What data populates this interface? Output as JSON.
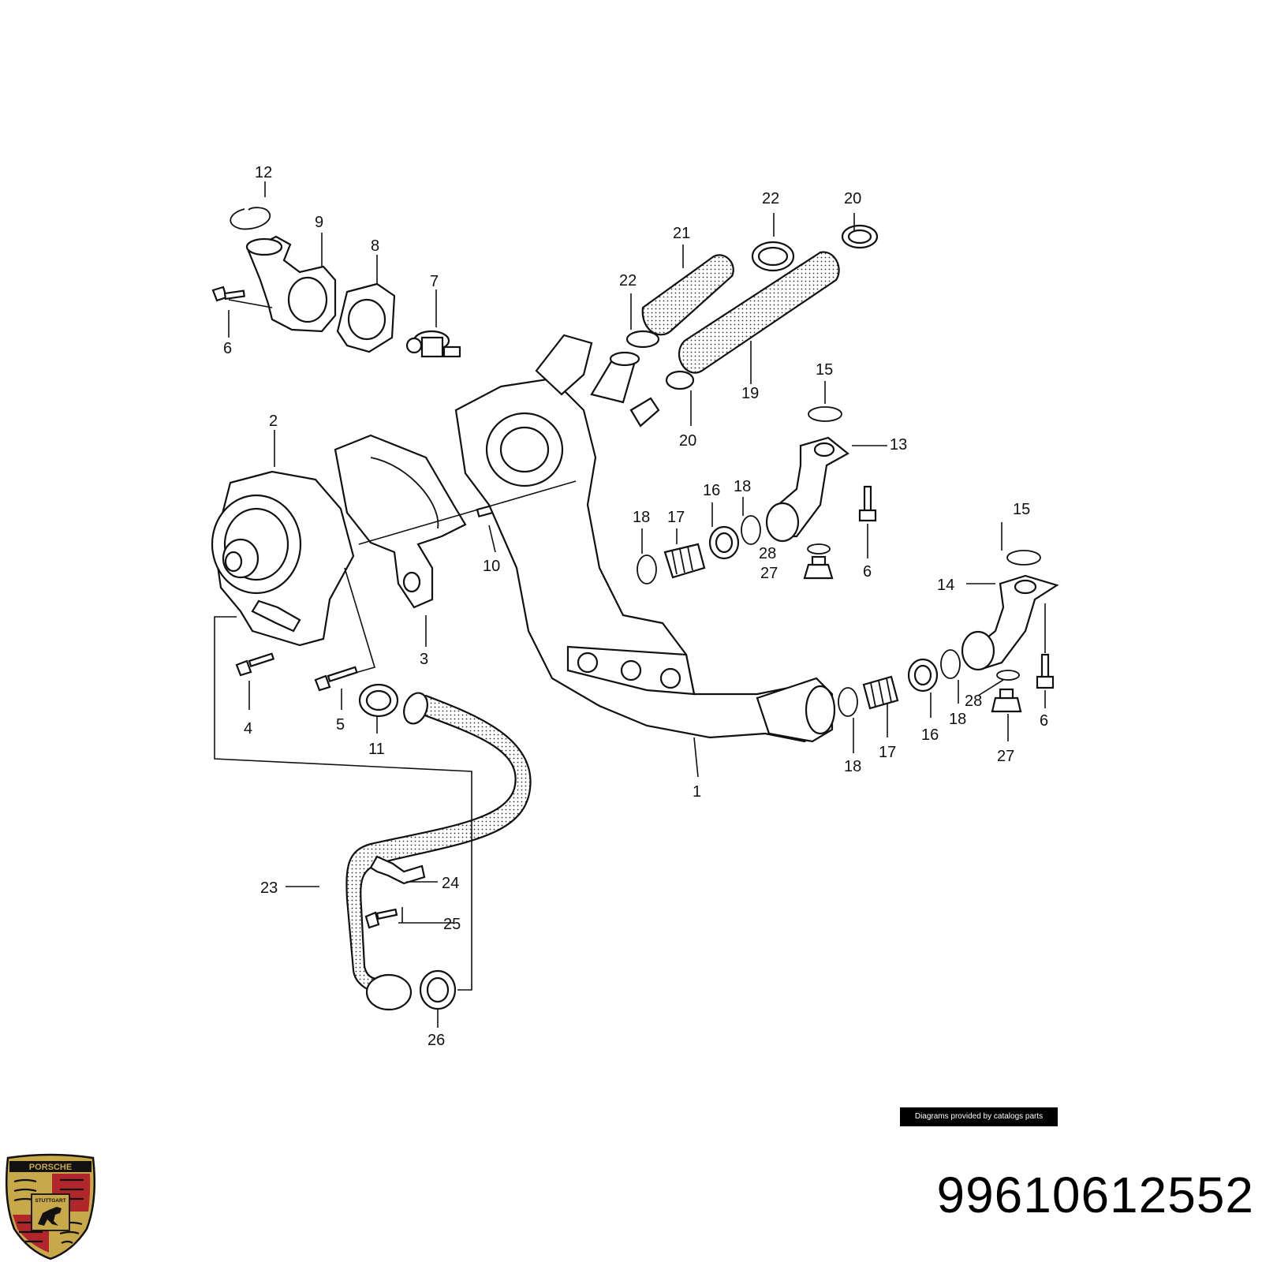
{
  "callouts": [
    "12",
    "9",
    "8",
    "7",
    "6",
    "22",
    "21",
    "22",
    "20",
    "19",
    "20",
    "15",
    "13",
    "2",
    "10",
    "18",
    "17",
    "16",
    "18",
    "28",
    "27",
    "6",
    "15",
    "14",
    "3",
    "4",
    "5",
    "11",
    "1",
    "18",
    "17",
    "16",
    "18",
    "28",
    "6",
    "27",
    "23",
    "24",
    "25",
    "26"
  ],
  "credit": "Diagrams provided by catalogs parts",
  "part_number": "99610612552",
  "logo": {
    "text": "PORSCHE",
    "city": "STUTTGART",
    "colors": [
      "#c8a94a",
      "#b0262a",
      "#111111"
    ]
  }
}
